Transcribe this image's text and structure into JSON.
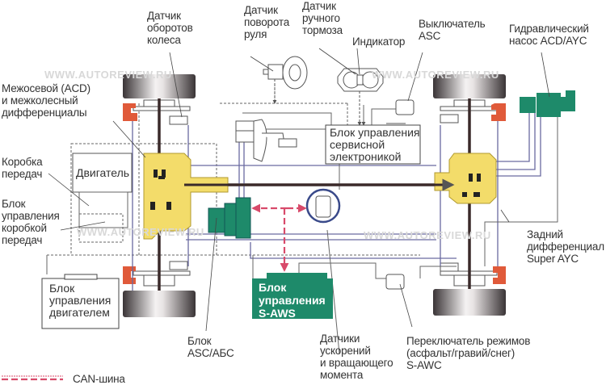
{
  "title": "Схема системы S-AWC",
  "watermark": "WWW.AUTOREVIEW.RU",
  "colors": {
    "can_bus": "#d84a6a",
    "ecu_green": "#1e8a6a",
    "differential_yellow": "#f3dc6a",
    "caliper_red": "#e05a3a",
    "wire_purple": "#6a6aa0",
    "sensor_ring": "#3a4a8a"
  },
  "labels": {
    "wheel_speed_sensor": "Датчик\nоборотов\nколеса",
    "steering_sensor": "Датчик\nповорота\nруля",
    "handbrake_sensor": "Датчик\nручного\nтормоза",
    "indicator": "Индикатор",
    "asc_switch": "Выключатель\nASC",
    "hydraulic_pump": "Гидравлический\nнасос ACD/AYC",
    "center_diff": "Межосевой (ACD)\nи межколесный\nдифференциалы",
    "gearbox": "Коробка\nпередач",
    "tcu": "Блок\nуправления\nкоробкой\nпередач",
    "rear_diff": "Задний\nдифференциал\nSuper AYC",
    "asc_abs_unit": "Блок\nASC/АБС",
    "accel_sensors": "Датчики\nускорений\nи вращающего\nмомента",
    "mode_switch": "Переключатель режимов\n(асфальт/гравий/снег)\nS-AWC",
    "can_legend": "CAN-шина"
  },
  "boxes": {
    "engine": "Двигатель",
    "service_ecu": "Блок управления\nсервисной\nэлектроникой",
    "engine_ecu": "Блок\nуправления\nдвигателем",
    "saws_ecu": "Блок\nуправления\nS-AWS"
  }
}
